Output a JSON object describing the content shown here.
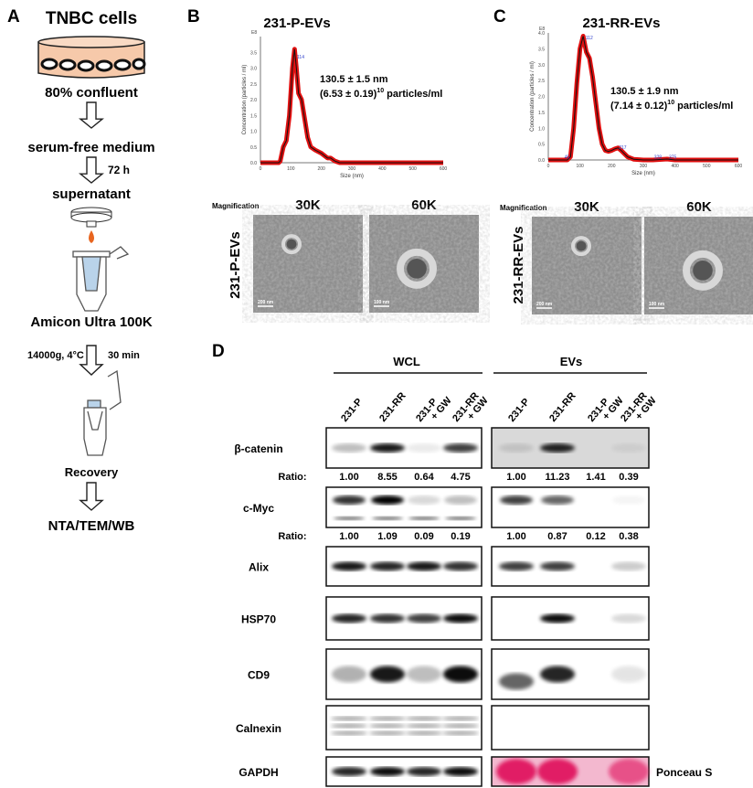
{
  "panel_a": {
    "label": "A",
    "title": "TNBC cells",
    "steps": [
      "80% confluent",
      "serum-free medium",
      "supernatant",
      "Amicon Ultra 100K",
      "Recovery",
      "NTA/TEM/WB"
    ],
    "arrow_72h": "72 h",
    "spin_left": "14000g, 4°C",
    "spin_right": "30 min",
    "colors": {
      "dish": "#f6c9aa",
      "drop": "#e8651f",
      "filter": "#b9d3ea"
    }
  },
  "chart_data": [
    {
      "panel": "B",
      "type": "line",
      "title": "231-P-EVs",
      "xlabel": "Size (nm)",
      "ylabel": "Concentration (particles / ml)",
      "y_exponent": "E8",
      "xlim": [
        0,
        600
      ],
      "ylim": [
        0,
        4.0
      ],
      "xticks": [
        0,
        100,
        200,
        300,
        400,
        500,
        600
      ],
      "yticks": [
        0,
        0.5,
        1.0,
        1.5,
        2.0,
        2.5,
        3.0,
        3.5
      ],
      "peak_labels": [
        {
          "x": 114,
          "y": 3.3,
          "text": "114"
        }
      ],
      "x": [
        0,
        60,
        65,
        75,
        85,
        95,
        105,
        112,
        118,
        125,
        135,
        145,
        155,
        165,
        180,
        200,
        220,
        230,
        245,
        260,
        600
      ],
      "y": [
        0,
        0,
        0.05,
        0.5,
        0.7,
        1.5,
        3.0,
        3.6,
        3.0,
        2.2,
        2.0,
        1.4,
        0.8,
        0.5,
        0.4,
        0.3,
        0.15,
        0.15,
        0.05,
        0,
        0
      ],
      "annotation": [
        "130.5 ± 1.5 nm",
        "(6.53 ± 0.19)",
        "10",
        " particles/ml"
      ],
      "series_color": "#e01010"
    },
    {
      "panel": "C",
      "type": "line",
      "title": "231-RR-EVs",
      "xlabel": "Size (nm)",
      "ylabel": "Concentration (particles / ml)",
      "y_exponent": "E8",
      "xlim": [
        0,
        600
      ],
      "ylim": [
        0,
        4.0
      ],
      "xticks": [
        0,
        100,
        200,
        300,
        400,
        500,
        600
      ],
      "yticks": [
        0,
        0.5,
        1.0,
        1.5,
        2.0,
        2.5,
        3.0,
        3.5,
        4.0
      ],
      "peak_labels": [
        {
          "x": 45,
          "y": 0.05,
          "text": "45"
        },
        {
          "x": 112,
          "y": 3.8,
          "text": "112"
        },
        {
          "x": 217,
          "y": 0.35,
          "text": "217"
        },
        {
          "x": 328,
          "y": 0.05,
          "text": "328"
        },
        {
          "x": 375,
          "y": 0.05,
          "text": "375"
        }
      ],
      "x": [
        0,
        40,
        60,
        70,
        80,
        90,
        100,
        110,
        120,
        130,
        140,
        150,
        160,
        170,
        180,
        190,
        200,
        210,
        220,
        230,
        250,
        270,
        300,
        330,
        375,
        400,
        600
      ],
      "y": [
        0,
        0,
        0,
        0.1,
        1.0,
        2.4,
        3.5,
        3.9,
        3.4,
        3.2,
        2.6,
        1.8,
        1.0,
        0.5,
        0.3,
        0.27,
        0.3,
        0.35,
        0.38,
        0.3,
        0.1,
        0.02,
        0,
        0,
        0.03,
        0,
        0
      ],
      "annotation": [
        "130.5 ± 1.9 nm",
        "(7.14 ± 0.12)",
        "10",
        " particles/ml"
      ],
      "series_color": "#e01010"
    }
  ],
  "panel_b": {
    "label": "B"
  },
  "panel_c": {
    "label": "C"
  },
  "tem": [
    {
      "magnification_label": "Magnification",
      "row_label": "231-P-EVs",
      "images": [
        {
          "mag": "30K",
          "scale": "200 nm"
        },
        {
          "mag": "60K",
          "scale": "100 nm"
        }
      ]
    },
    {
      "magnification_label": "Magnification",
      "row_label": "231-RR-EVs",
      "images": [
        {
          "mag": "30K",
          "scale": "200 nm"
        },
        {
          "mag": "60K",
          "scale": "100 nm"
        }
      ]
    }
  ],
  "panel_d": {
    "label": "D",
    "groups": [
      "WCL",
      "EVs"
    ],
    "lanes": [
      [
        "231-P"
      ],
      [
        "231-RR"
      ],
      [
        "231-P",
        "+ GW"
      ],
      [
        "231-RR",
        "+ GW"
      ]
    ],
    "ratio_label": "Ratio:",
    "rows": [
      {
        "name": "β-catenin",
        "wcl": [
          0.25,
          0.9,
          0.08,
          0.75
        ],
        "evs": [
          0.1,
          0.85,
          0,
          0.05
        ],
        "ratio": {
          "wcl": [
            "1.00",
            "8.55",
            "0.64",
            "4.75"
          ],
          "evs": [
            "1.00",
            "11.23",
            "1.41",
            "0.39"
          ]
        }
      },
      {
        "name": "c-Myc",
        "wcl": [
          0.8,
          1,
          0.15,
          0.25
        ],
        "evs": [
          0.75,
          0.6,
          0,
          0.04
        ],
        "ratio": {
          "wcl": [
            "1.00",
            "1.09",
            "0.09",
            "0.19"
          ],
          "evs": [
            "1.00",
            "0.87",
            "0.12",
            "0.38"
          ]
        }
      },
      {
        "name": "Alix",
        "wcl": [
          0.9,
          0.85,
          0.9,
          0.8
        ],
        "evs": [
          0.75,
          0.75,
          0,
          0.2
        ]
      },
      {
        "name": "HSP70",
        "wcl": [
          0.85,
          0.8,
          0.75,
          0.95
        ],
        "evs": [
          0,
          0.95,
          0,
          0.15
        ]
      },
      {
        "name": "CD9",
        "wcl": [
          0.3,
          0.9,
          0.25,
          0.95
        ],
        "evs": [
          0.6,
          0.85,
          0,
          0.1
        ]
      },
      {
        "name": "Calnexin",
        "wcl": [
          0.5,
          0.5,
          0.5,
          0.5
        ],
        "evs": [
          0,
          0,
          0,
          0
        ]
      },
      {
        "name": "GAPDH",
        "wcl": [
          0.85,
          0.95,
          0.85,
          0.95
        ],
        "evs": [
          0.9,
          0.9,
          0,
          0.6
        ],
        "evs_stain": "Ponceau S"
      }
    ],
    "colors": {
      "ponceau_bg": "#f3b8cf",
      "ponceau_band": "#e0105a",
      "ev_bg": "#d9d9d9"
    }
  }
}
